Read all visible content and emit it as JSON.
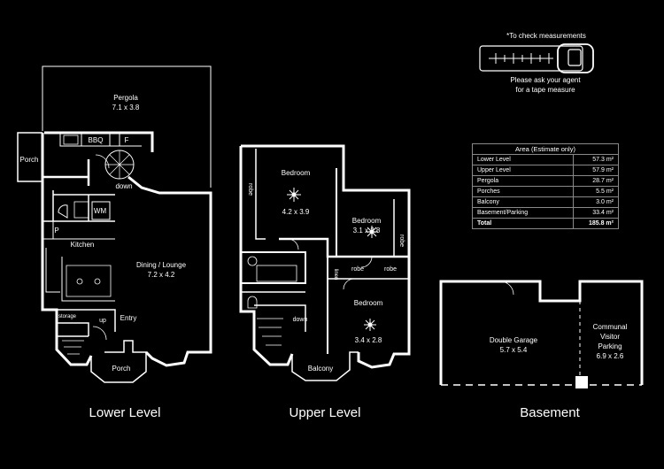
{
  "levels": {
    "lower": {
      "title": "Lower Level",
      "pergola_name": "Pergola",
      "pergola_dims": "7.1 x 3.8",
      "porch_top": "Porch",
      "bbq": "BBQ",
      "fridge": "F",
      "down": "down",
      "wm": "WM",
      "pantry": "P",
      "kitchen": "Kitchen",
      "dining_name": "Dining / Lounge",
      "dining_dims": "7.2 x 4.2",
      "storage": "storage",
      "up": "up",
      "entry": "Entry",
      "porch_bottom": "Porch"
    },
    "upper": {
      "title": "Upper Level",
      "bed1_name": "Bedroom",
      "bed1_dims": "4.2 x 3.9",
      "bed2_name": "Bedroom",
      "bed2_dims": "3.1 x 2.8",
      "bed3_name": "Bedroom",
      "bed3_dims": "3.4 x 2.8",
      "robe_left": "robe",
      "robe_right_vert": "robe",
      "robe_mid": "robe",
      "robe_mid2": "robe",
      "linen": "linen",
      "down": "down",
      "balcony": "Balcony"
    },
    "basement": {
      "title": "Basement",
      "garage_name": "Double Garage",
      "garage_dims": "5.7 x 5.4",
      "visitor_l1": "Communal",
      "visitor_l2": "Visitor",
      "visitor_l3": "Parking",
      "visitor_dims": "6.9 x 2.6"
    }
  },
  "measure": {
    "note": "*To check measurements",
    "line1": "Please ask your agent",
    "line2": "for a tape measure"
  },
  "area_table": {
    "title": "Area (Estimate only)",
    "rows": [
      {
        "label": "Lower Level",
        "value": "57.3 m²"
      },
      {
        "label": "Upper Level",
        "value": "57.9 m²"
      },
      {
        "label": "Pergola",
        "value": "28.7 m²"
      },
      {
        "label": "Porches",
        "value": "5.5 m²"
      },
      {
        "label": "Balcony",
        "value": "3.0 m²"
      },
      {
        "label": "Basement/Parking",
        "value": "33.4 m²"
      }
    ],
    "total_label": "Total",
    "total_value": "185.8 m²"
  }
}
